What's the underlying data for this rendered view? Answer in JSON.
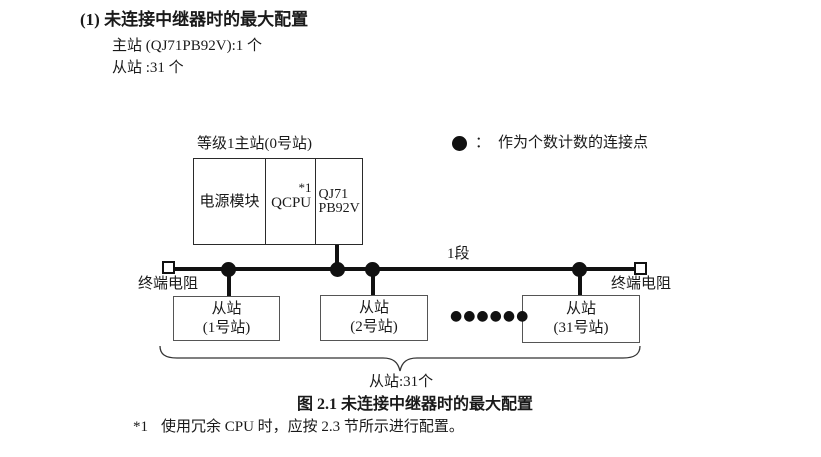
{
  "page": {
    "heading": "(1) 未连接中继器时的最大配置",
    "spec_lines": [
      "主站 (QJ71PB92V):1 个",
      "从站 :31 个"
    ]
  },
  "figure": {
    "master_label": "等级1主站(0号站)",
    "master_modules": [
      {
        "name": "电源模块"
      },
      {
        "name": "QCPU",
        "note": "*1"
      },
      {
        "line1": "QJ71",
        "line2": "PB92V"
      }
    ],
    "legend": {
      "separator": "：",
      "text": "作为个数计数的连接点"
    },
    "segment_label": "1段",
    "terminator_left": "终端电阻",
    "terminator_right": "终端电阻",
    "slaves": [
      {
        "line1": "从站",
        "line2": "(1号站)"
      },
      {
        "line1": "从站",
        "line2": "(2号站)"
      },
      {
        "line1": "从站",
        "line2": "(31号站)"
      }
    ],
    "ellipsis": "●●●●●●",
    "slave_count_label": "从站:31个",
    "caption": "图 2.1 未连接中继器时的最大配置"
  },
  "footnote": {
    "marker": "*1",
    "text": "使用冗余 CPU 时，应按 2.3 节所示进行配置。"
  },
  "colors": {
    "ink": "#1a1a1a",
    "line": "#111111",
    "box_border": "#555555"
  }
}
